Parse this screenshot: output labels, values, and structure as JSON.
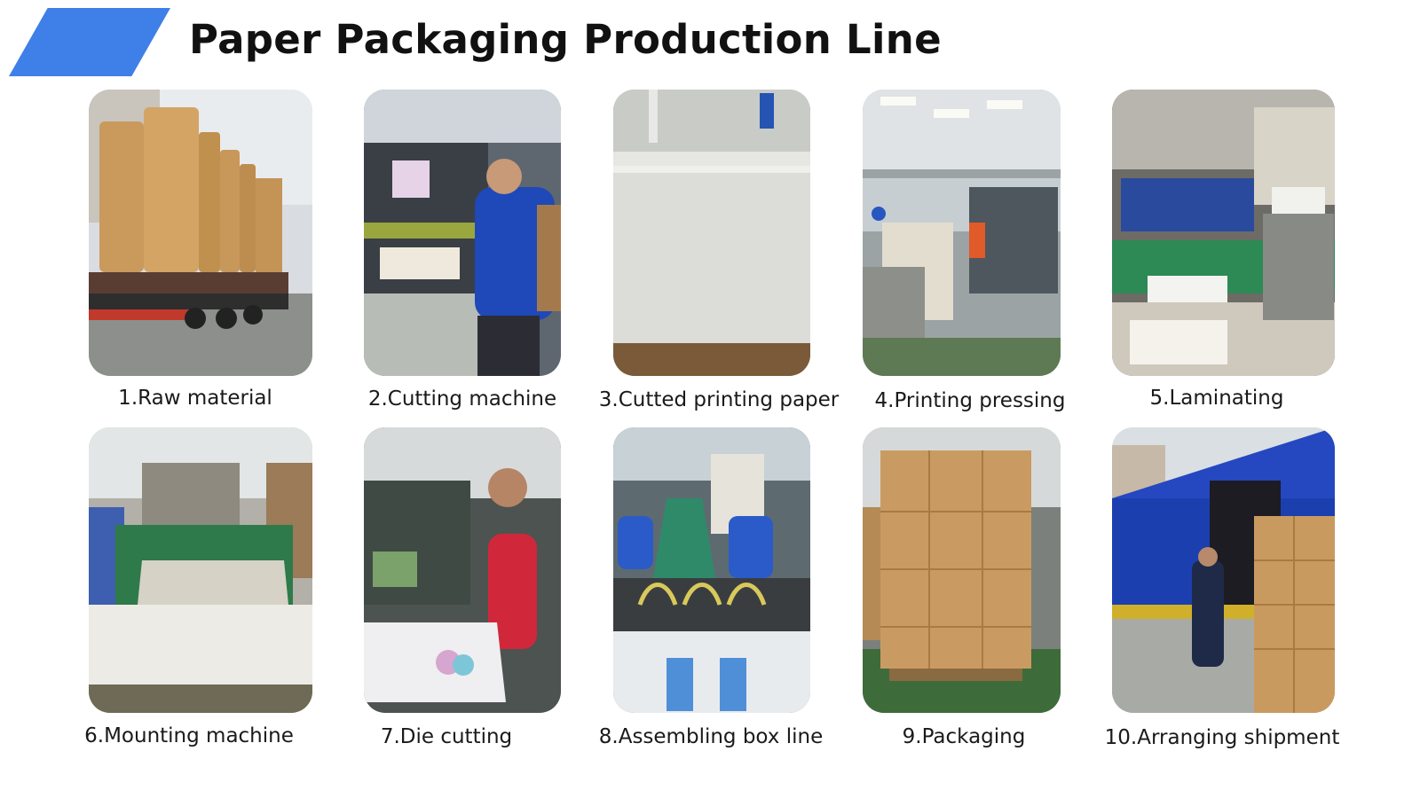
{
  "header": {
    "title": "Paper Packaging Production Line",
    "accent_color": "#3f7fe8"
  },
  "steps": [
    {
      "label": "1.Raw material",
      "photo": "kraft-paper-rolls-on-truck"
    },
    {
      "label": "2.Cutting machine",
      "photo": "worker-at-guillotine-cutter"
    },
    {
      "label": "3.Cutted printing paper",
      "photo": "stack-of-cut-paper-sheets"
    },
    {
      "label": "4.Printing pressing",
      "photo": "printing-press-workshop"
    },
    {
      "label": "5.Laminating",
      "photo": "laminating-machine"
    },
    {
      "label": "6.Mounting machine",
      "photo": "mounting-machine-conveyor"
    },
    {
      "label": "7.Die cutting",
      "photo": "worker-at-die-cutting-machine"
    },
    {
      "label": "8.Assembling box line",
      "photo": "box-gluing-assembly-line"
    },
    {
      "label": "9.Packaging",
      "photo": "pallet-of-cartons"
    },
    {
      "label": "10.Arranging shipment",
      "photo": "loading-shipping-container"
    }
  ]
}
